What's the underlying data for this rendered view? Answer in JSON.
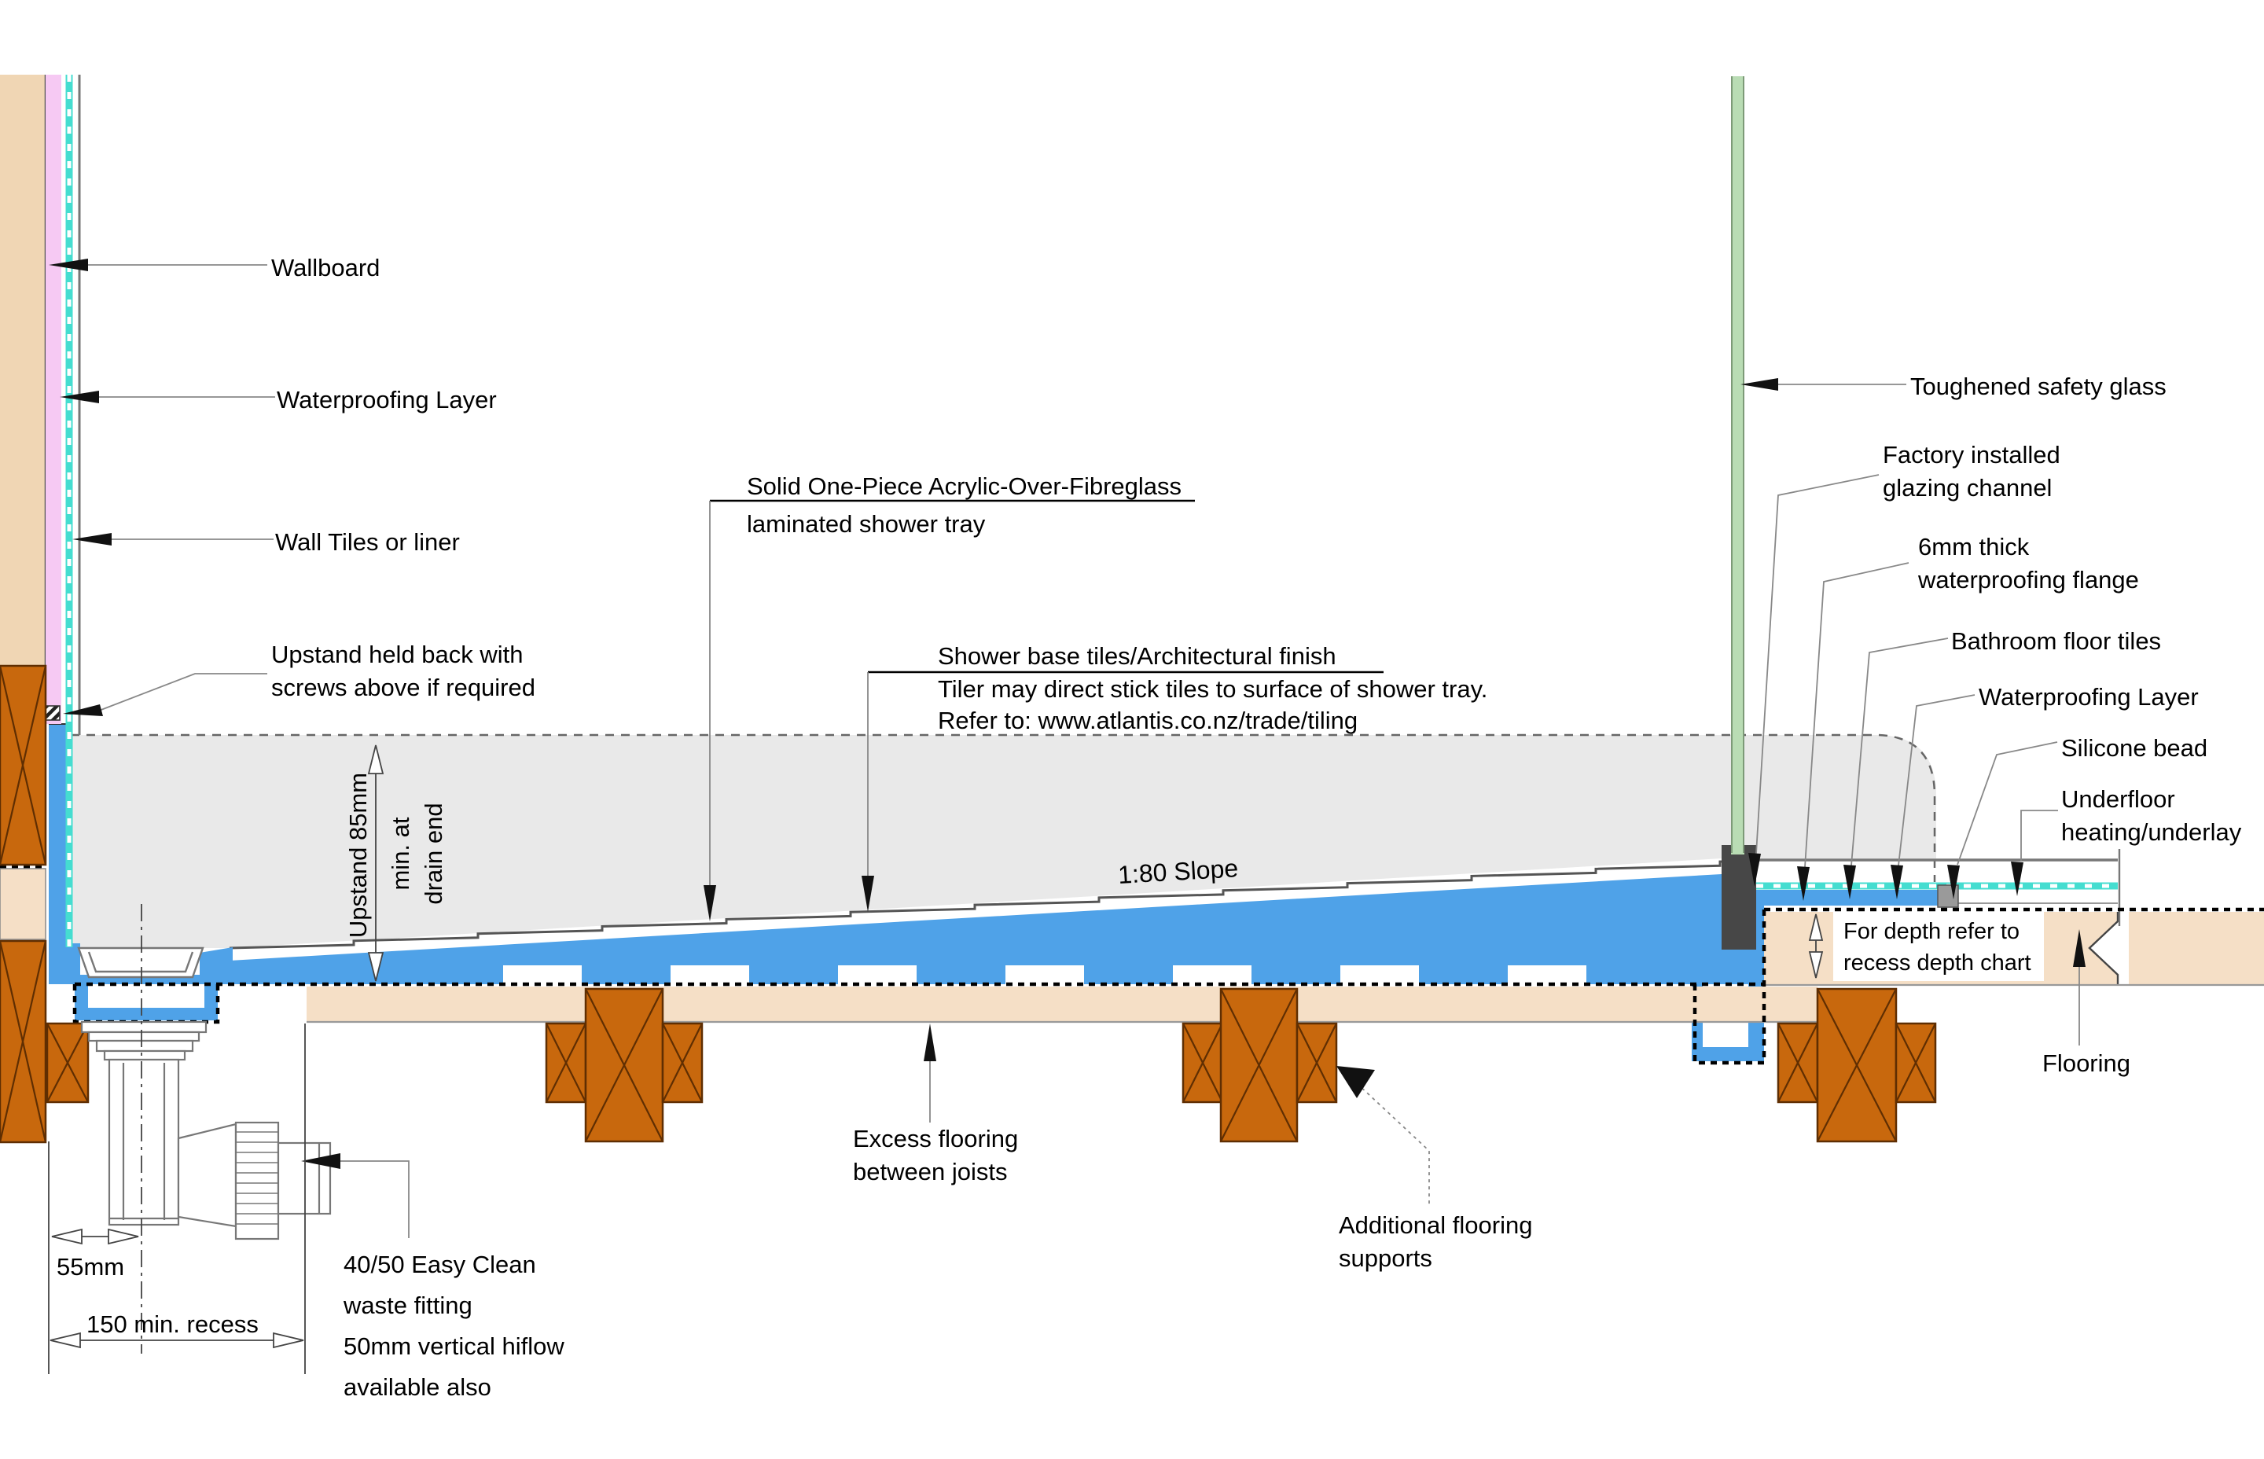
{
  "labels": {
    "wallboard": "Wallboard",
    "waterproofing_wall": "Waterproofing Layer",
    "wall_tiles": "Wall Tiles or liner",
    "upstand_note": "Upstand held back with\nscrews above if required",
    "tray_line1": "Solid One-Piece Acrylic-Over-Fibreglass",
    "tray_line2": "laminated shower tray",
    "base_line1": "Shower base tiles/Architectural finish",
    "base_line2": "Tiler may direct stick tiles to surface of shower tray.",
    "base_line3": "Refer to: www.atlantis.co.nz/trade/tiling",
    "slope": "1:80 Slope",
    "toughened_glass": "Toughened safety glass",
    "glazing_channel": "Factory installed\nglazing channel",
    "waterproofing_flange": "6mm thick\nwaterproofing flange",
    "bathroom_floor_tiles": "Bathroom floor tiles",
    "waterproofing_floor": "Waterproofing Layer",
    "silicone_bead": "Silicone bead",
    "underfloor": "Underfloor\nheating/underlay",
    "depth_note": "For depth refer to\nrecess depth chart",
    "flooring": "Flooring",
    "excess_flooring": "Excess flooring\nbetween joists",
    "additional_supports": "Additional flooring\nsupports",
    "waste_fitting": "40/50 Easy Clean\nwaste fitting\n50mm vertical hiflow\navailable also"
  },
  "dimensions": {
    "wall_to_drain": "55mm",
    "recess_width": "150 min. recess",
    "upstand_height": "Upstand 85mm",
    "upstand_height_sub": "min. at\ndrain end"
  },
  "colors": {
    "tray_blue": "#4fa2e8",
    "tray_gray": "#e9e9e9",
    "joist_orange": "#c8680d",
    "joist_outline": "#5f2e02",
    "wallboard_tan": "#f0d6b4",
    "flooring_tan": "#f5dfc6",
    "waterproofing_pink": "#f6c9f3",
    "underlay_cyan": "#45ddd0",
    "glass_green": "#b9dcb4",
    "channel_dark": "#474747"
  }
}
